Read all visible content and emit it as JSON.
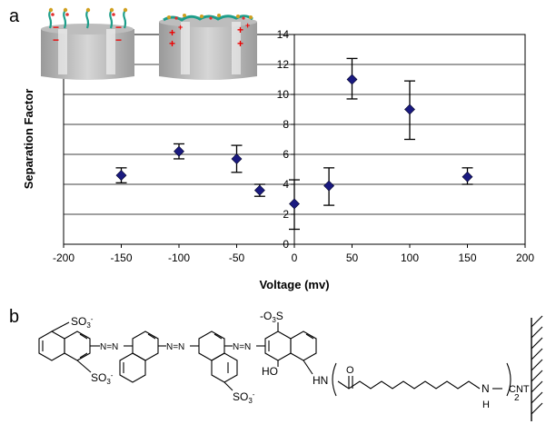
{
  "labels": {
    "panel_a": "a",
    "panel_b": "b"
  },
  "chart_data": {
    "type": "scatter",
    "title": "",
    "xlabel": "Voltage (mv)",
    "ylabel": "Separation Factor",
    "xlim": [
      -200,
      200
    ],
    "ylim": [
      0,
      14
    ],
    "x_ticks": [
      -200,
      -150,
      -100,
      -50,
      0,
      50,
      100,
      150,
      200
    ],
    "y_ticks": [
      0,
      2,
      4,
      6,
      8,
      10,
      12,
      14
    ],
    "grid": "horizontal",
    "legend": "none",
    "marker": "diamond",
    "marker_color": "#1a1a80",
    "points": [
      {
        "x": -150,
        "y": 4.6,
        "err_low": 4.1,
        "err_high": 5.1
      },
      {
        "x": -100,
        "y": 6.2,
        "err_low": 5.7,
        "err_high": 6.7
      },
      {
        "x": -50,
        "y": 5.7,
        "err_low": 4.8,
        "err_high": 6.6
      },
      {
        "x": -30,
        "y": 3.6,
        "err_low": 3.2,
        "err_high": 4.0
      },
      {
        "x": 0,
        "y": 2.7,
        "err_low": 1.0,
        "err_high": 4.3
      },
      {
        "x": 30,
        "y": 3.9,
        "err_low": 2.6,
        "err_high": 5.1
      },
      {
        "x": 50,
        "y": 11.0,
        "err_low": 9.7,
        "err_high": 12.4
      },
      {
        "x": 100,
        "y": 9.0,
        "err_low": 7.0,
        "err_high": 10.9
      },
      {
        "x": 150,
        "y": 4.5,
        "err_low": 4.0,
        "err_high": 5.1
      }
    ]
  },
  "inset_charges": {
    "negative": "−",
    "positive": "+"
  },
  "chemistry": {
    "so3_1": "SO",
    "so3_2": "SO",
    "so3_3": "SO",
    "so3_4": "-O",
    "sub_3": "3",
    "minus": "-",
    "s": "S",
    "ho": "HO",
    "hn": "HN",
    "o": "O",
    "n": "N",
    "h": "H",
    "cnt": "CNT",
    "rep": "2",
    "azo": "N=N"
  }
}
